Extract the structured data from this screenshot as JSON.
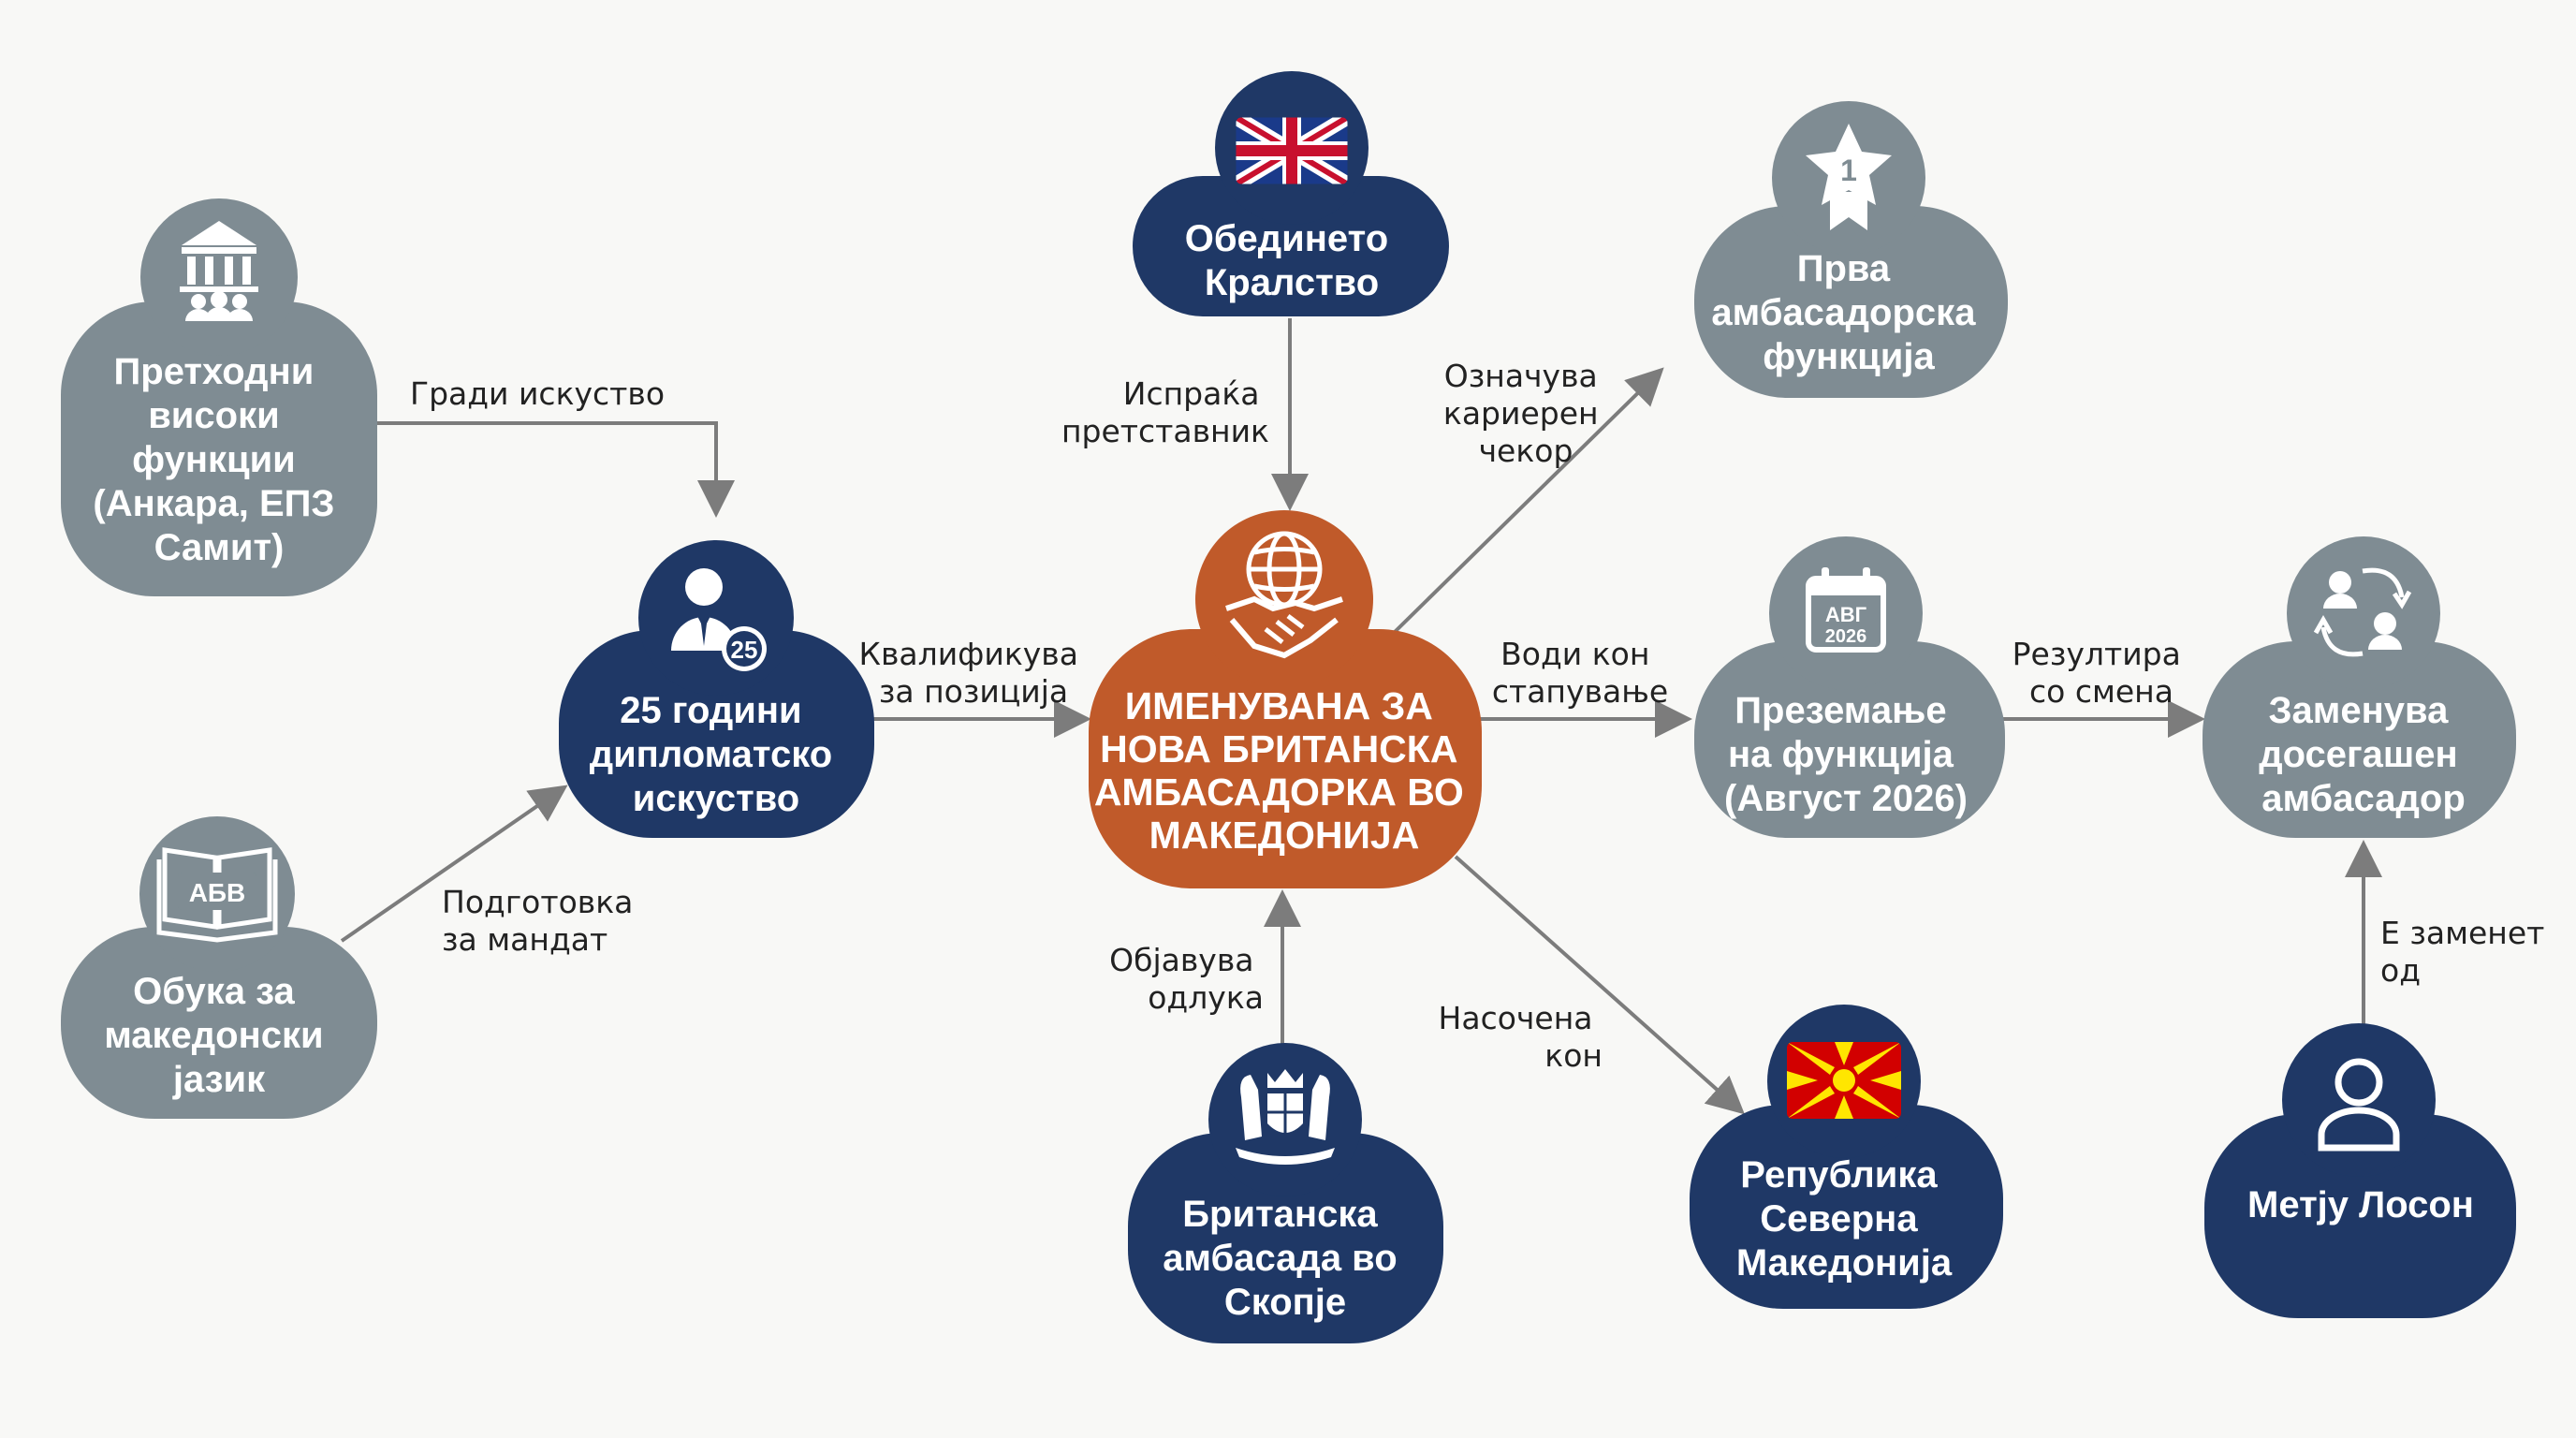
{
  "colors": {
    "navy": "#1f3866",
    "gray": "#7f8c93",
    "accent": "#c05a2a",
    "arrow": "#7c7c7c",
    "background": "#f8f8f6"
  },
  "nodes": {
    "previous_roles": {
      "lines": [
        "Претходни",
        "високи",
        "функции",
        "(Анкара, ЕПЗ",
        "Самит)"
      ],
      "icon": "government-building-icon"
    },
    "experience": {
      "lines": [
        "25 години",
        "дипломатско",
        "искуство"
      ],
      "icon": "diplomat-person-icon",
      "badge": "25"
    },
    "language": {
      "lines": [
        "Обука за",
        "македонски",
        "јазик"
      ],
      "icon": "open-book-icon",
      "book_text": "АБВ"
    },
    "uk": {
      "lines": [
        "Обединето",
        "Кралство"
      ],
      "icon": "uk-flag-icon"
    },
    "center": {
      "lines": [
        "ИМЕНУВАНА ЗА",
        "НОВА БРИТАНСКА",
        "АМБАСАДОРКА ВО",
        "МАКЕДОНИЈА"
      ],
      "icon": "globe-handshake-icon"
    },
    "embassy": {
      "lines": [
        "Британска",
        "амбасада во",
        "Скопје"
      ],
      "icon": "royal-coat-of-arms-icon"
    },
    "first_post": {
      "lines": [
        "Прва",
        "амбасадорска",
        "функција"
      ],
      "icon": "star-award-icon",
      "badge": "1"
    },
    "takeover": {
      "lines": [
        "Преземање",
        "на функција",
        "(Август 2026)"
      ],
      "icon": "calendar-icon",
      "calendar_text": [
        "АВГ",
        "2026"
      ]
    },
    "macedonia": {
      "lines": [
        "Република",
        "Северна",
        "Македонија"
      ],
      "icon": "north-macedonia-flag-icon"
    },
    "replaces": {
      "lines": [
        "Заменува",
        "досегашен",
        "амбасадор"
      ],
      "icon": "swap-users-icon"
    },
    "lawson": {
      "lines": [
        "Метју Лосон"
      ],
      "icon": "person-icon"
    }
  },
  "edges": {
    "builds_experience": [
      "Гради искуство"
    ],
    "preparation": [
      "Подготовка",
      "за мандат"
    ],
    "qualifies": [
      "Квалификува",
      "за позиција"
    ],
    "sends": [
      "Испраќа",
      "претставник"
    ],
    "announces": [
      "Објавува",
      "одлука"
    ],
    "career_step": [
      "Означува",
      "кариерен",
      "чекор"
    ],
    "leads_to": [
      "Води кон",
      "стапување"
    ],
    "directed": [
      "Насочена",
      "кон"
    ],
    "results": [
      "Резултира",
      "со смена"
    ],
    "replaced_by": [
      "Е заменет",
      "од"
    ]
  }
}
